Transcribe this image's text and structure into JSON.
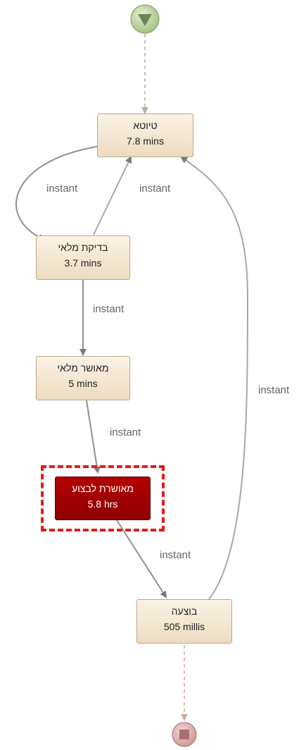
{
  "nodes": {
    "tiyuta": {
      "title": "טיוטא",
      "duration": "7.8 mins"
    },
    "bdikat_mlai": {
      "title": "בדיקת מלאי",
      "duration": "3.7 mins"
    },
    "ushar_mlai": {
      "title": "מאושר מלאי",
      "duration": "5 mins"
    },
    "musheret_lebitzua": {
      "title": "מאושרת לבצוע",
      "duration": "5.8 hrs"
    },
    "butzaa": {
      "title": "בוצעה",
      "duration": "505 millis"
    }
  },
  "edges": {
    "tiyuta_to_bdikat": "instant",
    "bdikat_to_tiyuta": "instant",
    "bdikat_to_ushar": "instant",
    "ushar_to_musheret": "instant",
    "musheret_to_butzaa": "instant",
    "butzaa_to_tiyuta": "instant"
  },
  "colors": {
    "node_fill": "#f3e6cf",
    "active_node_fill": "#a30000",
    "highlight_border": "#e41b1b",
    "start_marker": "#b3cc8e",
    "end_marker": "#d8a3a3"
  }
}
